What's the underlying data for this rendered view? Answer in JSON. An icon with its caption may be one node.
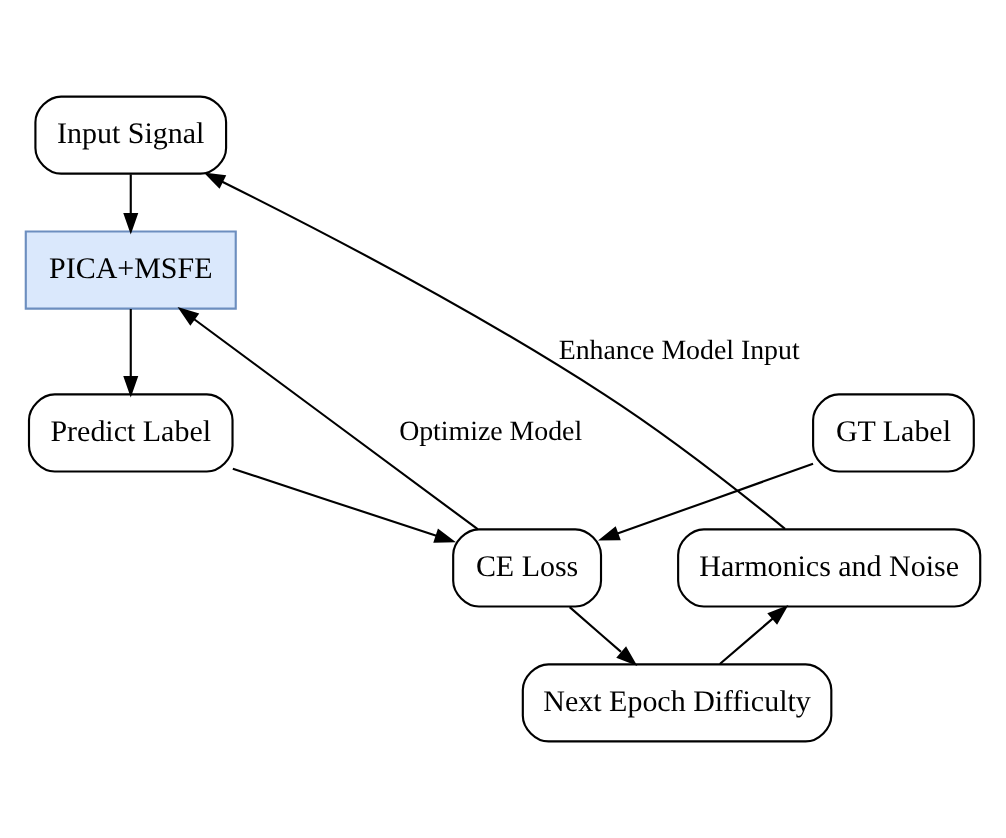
{
  "diagram": {
    "nodes": [
      {
        "text": [
          "Input Signal"
        ]
      },
      {
        "text": [
          "PICA+MSFE"
        ]
      },
      {
        "text": [
          "Predict Label"
        ]
      },
      {
        "text": [
          "GT Label"
        ]
      },
      {
        "text": [
          "CE Loss"
        ]
      },
      {
        "text": [
          "Next Epoch Difficulty"
        ]
      },
      {
        "text": [
          "Harmonics and Noise"
        ]
      }
    ],
    "edges": [
      {
        "from": 0,
        "to": 1,
        "arrow": "to"
      },
      {
        "from": 1,
        "to": 2,
        "arrow": "to"
      },
      {
        "from": 2,
        "to": 4,
        "arrow": "to"
      },
      {
        "from": 3,
        "to": 4,
        "arrow": "to"
      },
      {
        "from": 4,
        "to": 1,
        "arrow": "to",
        "label": "Optimize Model"
      },
      {
        "from": 4,
        "to": 5,
        "arrow": "to"
      },
      {
        "from": 5,
        "to": 6,
        "arrow": "to"
      },
      {
        "from": 6,
        "to": 0,
        "arrow": "to",
        "label": "Enhance Model Input"
      }
    ]
  }
}
